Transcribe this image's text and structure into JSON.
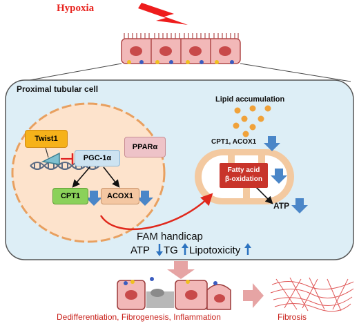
{
  "header": {
    "stressor": "Hypoxia"
  },
  "cell_title": "Proximal tubular cell",
  "lipid": {
    "label": "Lipid accumulation"
  },
  "enzymes_label": "CPT1, ACOX1",
  "nucleus": {
    "twist1": "Twist1",
    "pgc1a": "PGC-1α",
    "ppara": "PPARα",
    "cpt1": "CPT1",
    "acox1": "ACOX1"
  },
  "mitochondrion": {
    "line1": "Fatty acid",
    "line2": "β-oxidation",
    "output": "ATP"
  },
  "summary": {
    "title": "FAM handicap",
    "atp": "ATP",
    "tg": "TG",
    "lipotoxicity": "Lipotoxicity"
  },
  "outcomes": {
    "left": "Dedifferentiation, Fibrogenesis, Inflammation",
    "right": "Fibrosis"
  },
  "colors": {
    "down_arrow": "#4a86c8",
    "up_arrow": "#2c73c0",
    "inhibition": "#e02020",
    "flow_arrow": "#e0281c",
    "cell_fill": "#ddeef6",
    "nucleus_fill": "#fde3cc",
    "mito_ring": "#f3c9a0",
    "lipid_dot": "#f0a23a"
  }
}
